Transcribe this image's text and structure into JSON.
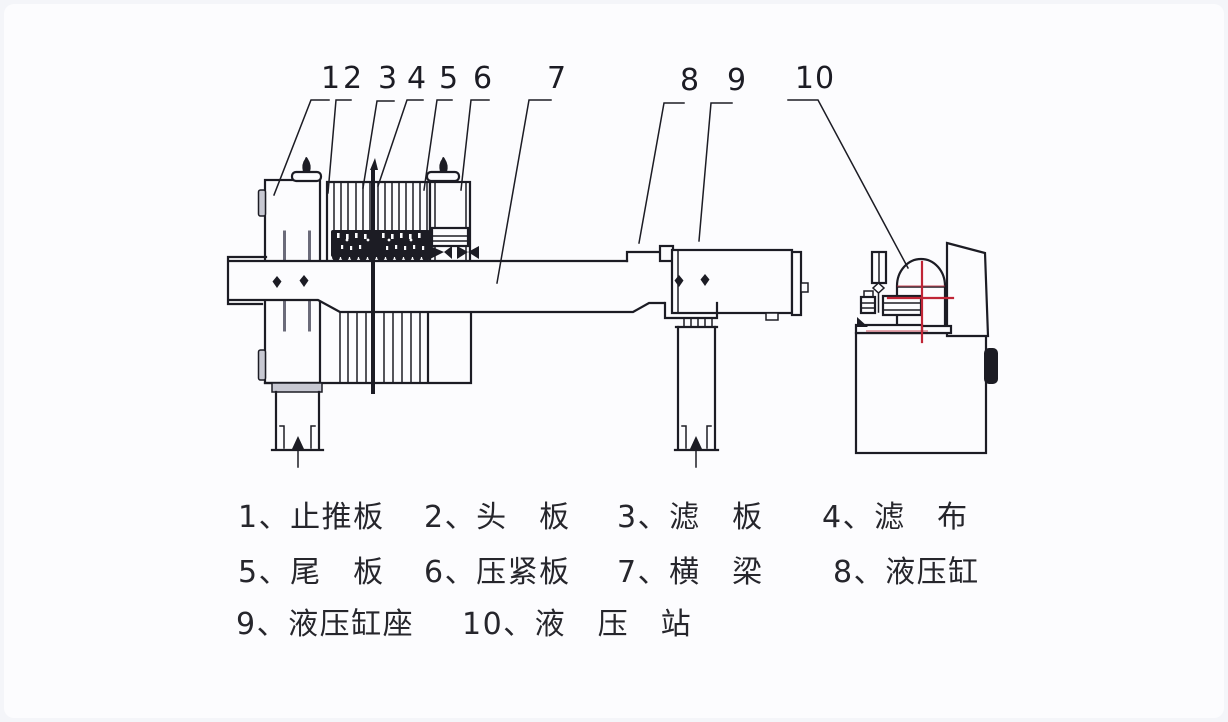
{
  "colors": {
    "ink": "#1c1c24",
    "red": "#c02536",
    "paper": "#fcfcfe",
    "page-bg": "#f4f5f9",
    "gray-fill": "#c7c8d2",
    "text": "#26262c"
  },
  "callouts": [
    "1",
    "2",
    "3",
    "4",
    "5",
    "6",
    "7",
    "8",
    "9",
    "10"
  ],
  "legend": {
    "items": [
      "1、止推板",
      "2、头　板",
      "3、滤　板",
      "4、滤　布",
      "5、尾　板",
      "6、压紧板",
      "7、横　梁",
      "8、液压缸",
      "9、液压缸座",
      "10、液　压　站"
    ]
  }
}
